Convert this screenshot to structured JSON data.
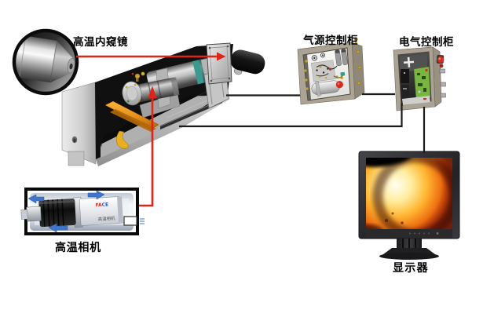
{
  "diagram": {
    "labels": {
      "endoscope": "高温内窥镜",
      "air_cabinet": "气源控制柜",
      "electric_cabinet": "电气控制柜",
      "camera": "高温相机",
      "monitor": "显示器"
    },
    "camera_unit": {
      "brand_left": "FA",
      "brand_right": "CE",
      "model_label": "高温相机"
    },
    "colors": {
      "connection_line": "#1a1a1a",
      "signal_arrow_red": "#e02417",
      "airflow_arrow_blue": "#3f76cc",
      "rail_orange": "#e8941f",
      "cylinder_ring_teal": "#3a9a8f",
      "pcb_green": "#79b541",
      "estop_red": "#d42b1f",
      "screen_glow_orange": "#ffb733"
    }
  }
}
